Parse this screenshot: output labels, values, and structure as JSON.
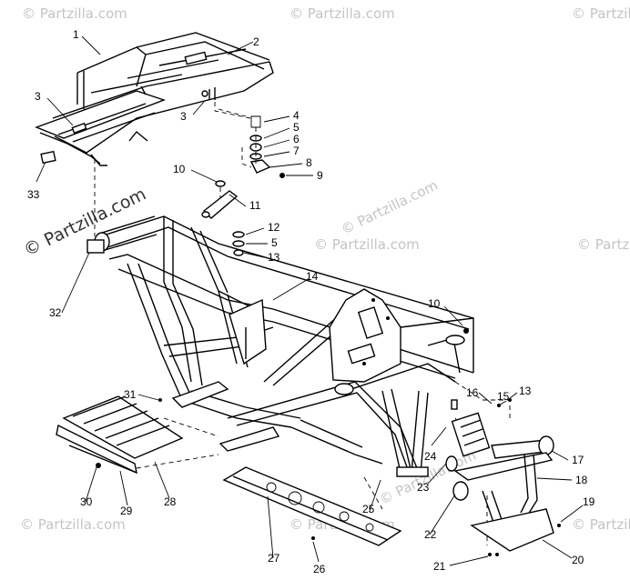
{
  "watermarks": {
    "corner": "© Partzilla.com",
    "center": "© Partzilla.com"
  },
  "callouts": [
    {
      "id": "c1",
      "text": "1"
    },
    {
      "id": "c2",
      "text": "2"
    },
    {
      "id": "c3a",
      "text": "3"
    },
    {
      "id": "c3b",
      "text": "3"
    },
    {
      "id": "c4",
      "text": "4"
    },
    {
      "id": "c5a",
      "text": "5"
    },
    {
      "id": "c6",
      "text": "6"
    },
    {
      "id": "c7",
      "text": "7"
    },
    {
      "id": "c8",
      "text": "8"
    },
    {
      "id": "c9",
      "text": "9"
    },
    {
      "id": "c10a",
      "text": "10"
    },
    {
      "id": "c11",
      "text": "11"
    },
    {
      "id": "c12",
      "text": "12"
    },
    {
      "id": "c5b",
      "text": "5"
    },
    {
      "id": "c13a",
      "text": "13"
    },
    {
      "id": "c14",
      "text": "14"
    },
    {
      "id": "c33",
      "text": "33"
    },
    {
      "id": "c32",
      "text": "32"
    },
    {
      "id": "c10b",
      "text": "10"
    },
    {
      "id": "c31",
      "text": "31"
    },
    {
      "id": "c15",
      "text": "15"
    },
    {
      "id": "c13b",
      "text": "13"
    },
    {
      "id": "c16",
      "text": "16"
    },
    {
      "id": "c17",
      "text": "17"
    },
    {
      "id": "c18",
      "text": "18"
    },
    {
      "id": "c24",
      "text": "24"
    },
    {
      "id": "c23",
      "text": "23"
    },
    {
      "id": "c22",
      "text": "22"
    },
    {
      "id": "c19",
      "text": "19"
    },
    {
      "id": "c20",
      "text": "20"
    },
    {
      "id": "c21",
      "text": "21"
    },
    {
      "id": "c25",
      "text": "25"
    },
    {
      "id": "c26",
      "text": "26"
    },
    {
      "id": "c27",
      "text": "27"
    },
    {
      "id": "c28",
      "text": "28"
    },
    {
      "id": "c29",
      "text": "29"
    },
    {
      "id": "c30",
      "text": "30"
    }
  ]
}
